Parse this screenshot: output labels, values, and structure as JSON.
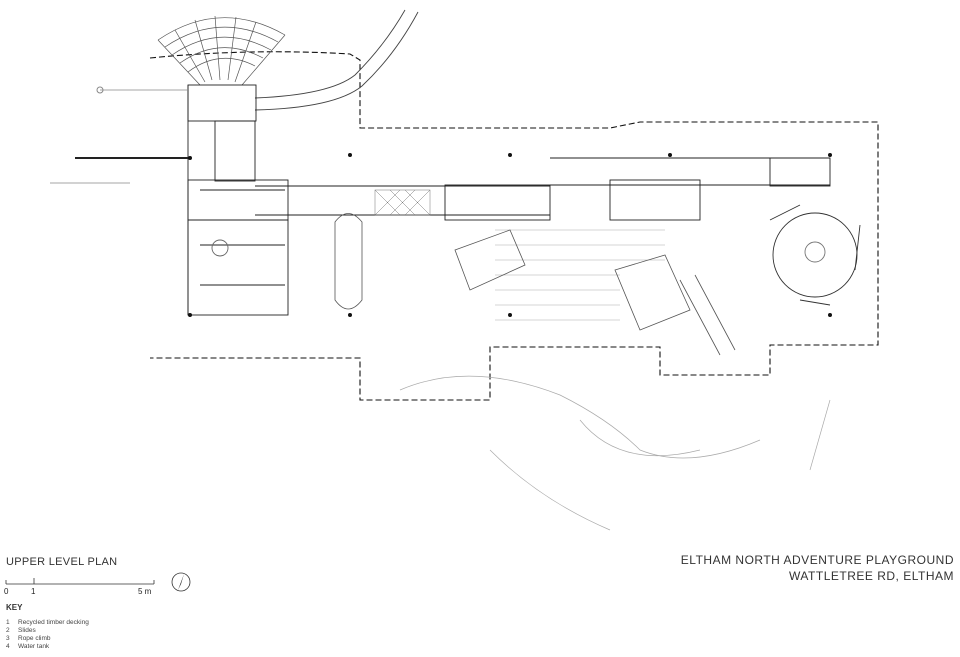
{
  "plan_title": "UPPER LEVEL PLAN",
  "scale": {
    "start": "0",
    "mid": "1",
    "end": "5 m"
  },
  "north_icon": "north-arrow-icon",
  "key": {
    "title": "KEY",
    "items": [
      {
        "num": "1",
        "label": "Recycled timber decking"
      },
      {
        "num": "2",
        "label": "Slides"
      },
      {
        "num": "3",
        "label": "Rope climb"
      },
      {
        "num": "4",
        "label": "Water tank"
      }
    ]
  },
  "project": {
    "name": "ELTHAM NORTH ADVENTURE PLAYGROUND",
    "address": "WATTLETREE RD, ELTHAM"
  },
  "colors": {
    "line": "#111111",
    "faint": "#9a9a9a",
    "paper": "#ffffff"
  }
}
